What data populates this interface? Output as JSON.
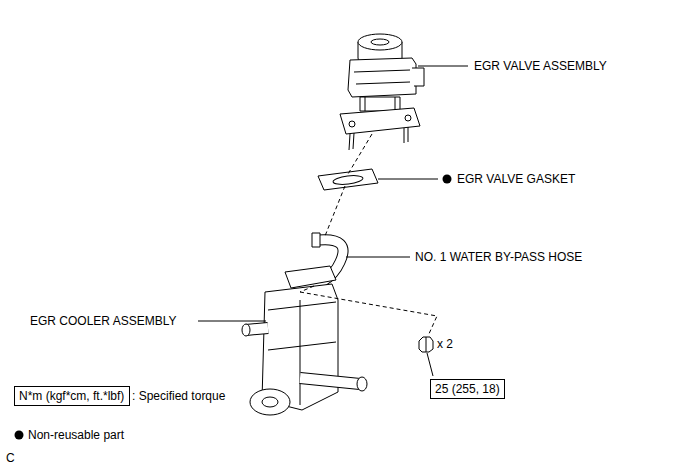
{
  "diagram": {
    "nodes": [
      {
        "text": [
          "25 (255, 18)"
        ]
      },
      {
        "text": [
          "N*m (kgf*cm, ft.*lbf)"
        ]
      }
    ],
    "labels": [
      "EGR VALVE ASSEMBLY",
      "EGR VALVE GASKET",
      "NO. 1 WATER BY-PASS HOSE",
      "EGR COOLER ASSEMBLY",
      "x 2",
      "C"
    ],
    "legend": [
      {
        "text": ": Specified torque"
      },
      {
        "text": "Non-reusable part"
      }
    ]
  }
}
